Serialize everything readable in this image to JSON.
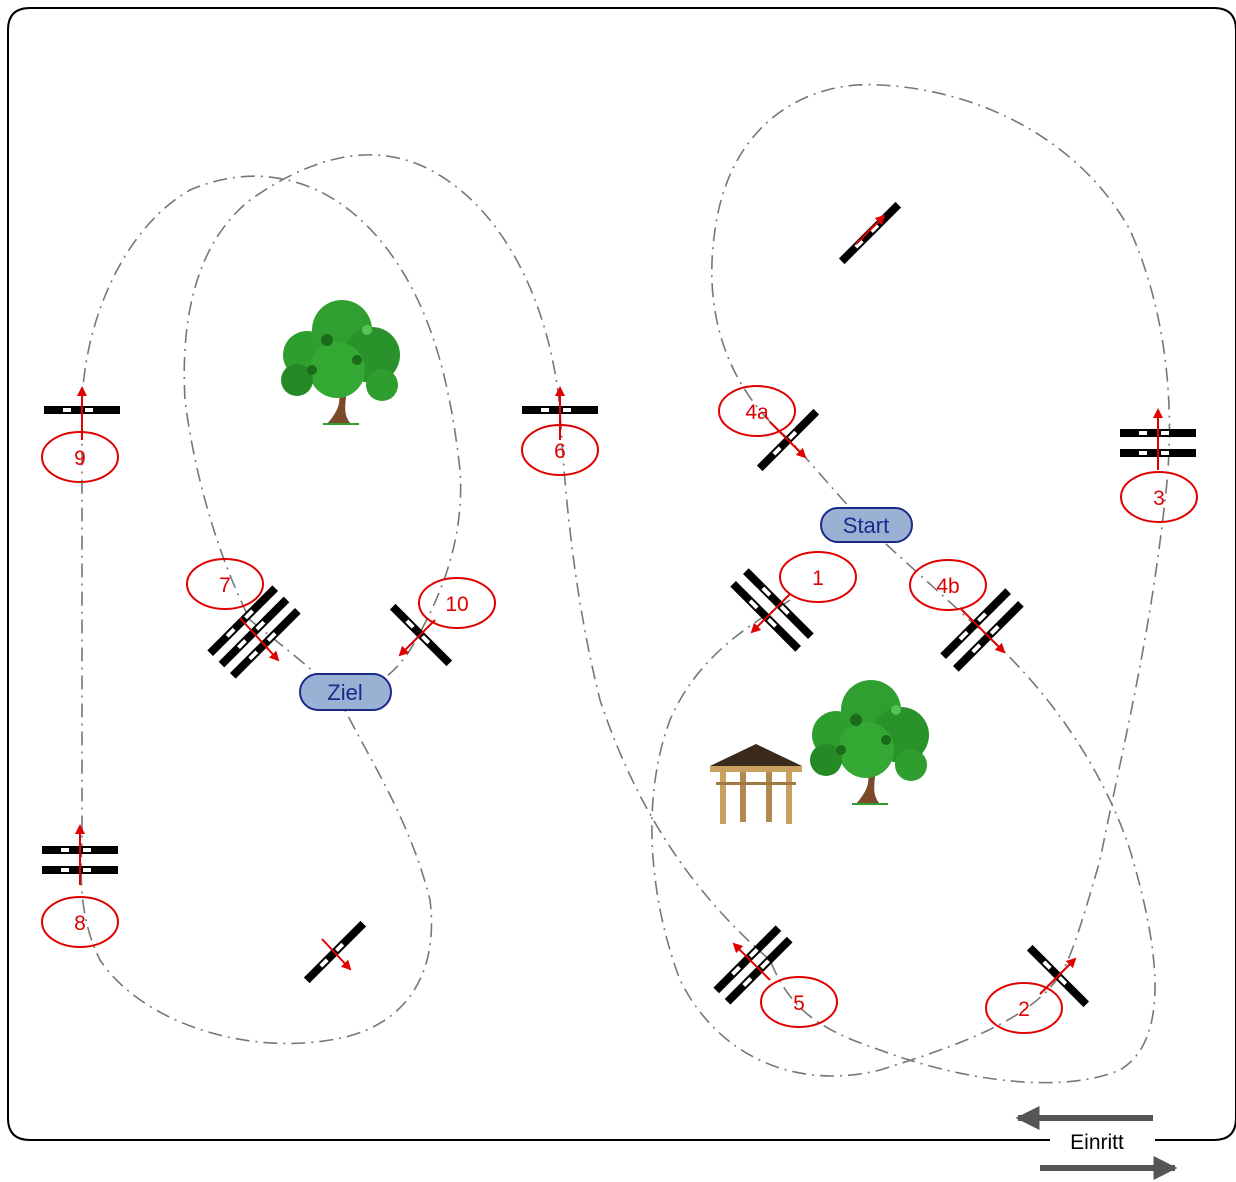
{
  "course": {
    "start_label": "Start",
    "finish_label": "Ziel",
    "entrance_label": "Einritt"
  },
  "obstacles": [
    {
      "id": "o1",
      "label": "1"
    },
    {
      "id": "o2",
      "label": "2"
    },
    {
      "id": "o3",
      "label": "3"
    },
    {
      "id": "o4a",
      "label": "4a"
    },
    {
      "id": "o4b",
      "label": "4b"
    },
    {
      "id": "o5",
      "label": "5"
    },
    {
      "id": "o6",
      "label": "6"
    },
    {
      "id": "o7",
      "label": "7"
    },
    {
      "id": "o8",
      "label": "8"
    },
    {
      "id": "o9",
      "label": "9"
    },
    {
      "id": "o10",
      "label": "10"
    }
  ],
  "colors": {
    "number_ring": "#e00000",
    "arrow": "#e00000",
    "pill_fill": "#9bb1d4",
    "pill_stroke": "#1a2a8a",
    "path": "#777777",
    "border": "#000000",
    "rail": "#000000",
    "tree_leaf": "#2e9e2e",
    "tree_trunk": "#7a4a2a",
    "gazebo_wood": "#c8a060"
  },
  "decor": [
    "tree",
    "tree",
    "gazebo"
  ]
}
